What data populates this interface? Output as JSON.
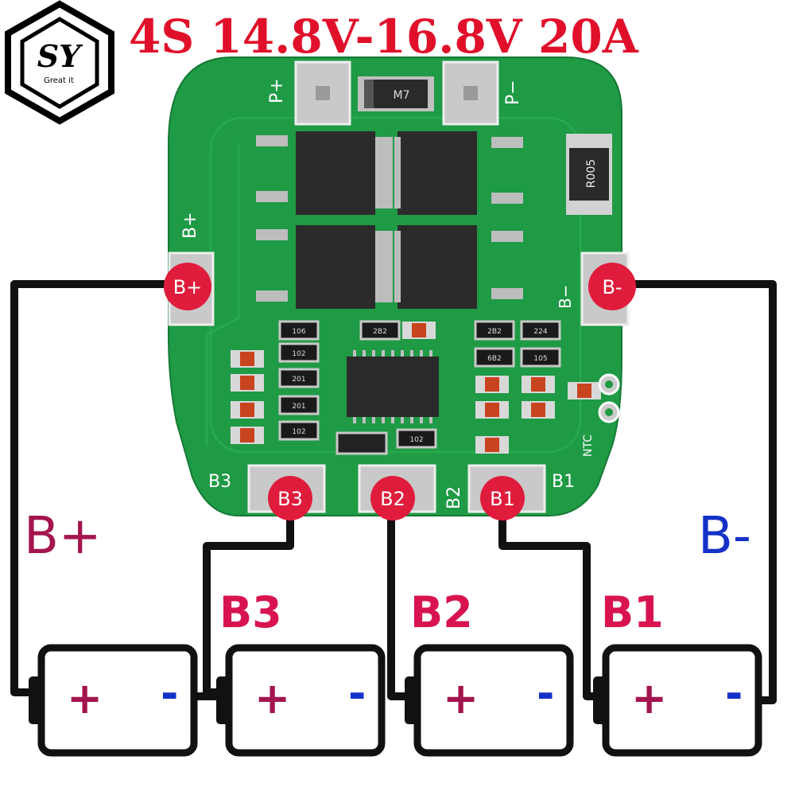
{
  "title": "4S 14.8V-16.8V 20A",
  "logo": {
    "letters": "SY",
    "tagline": "Great it"
  },
  "colors": {
    "title": "#e0102a",
    "board": "#1f9a45",
    "board_dark": "#167a35",
    "pad": "#c9c9c9",
    "badge": "#e01c3c",
    "label_positive": "#a3154e",
    "label_negative": "#1432c8",
    "label_tap": "#d81450",
    "wire": "#111111",
    "battery_plus": "#a3154e",
    "battery_minus": "#1432c8"
  },
  "board": {
    "silkscreen": {
      "p_plus": "P+",
      "p_minus": "P−",
      "b_plus": "B+",
      "b_minus": "B−",
      "b3": "B3",
      "b2": "B2",
      "b1": "B1",
      "ntc": "NTC"
    },
    "diode_marking": "M7",
    "resistor_marking": "R005",
    "component_codes": [
      "106",
      "102",
      "201",
      "201",
      "102",
      "2B2",
      "2B2",
      "224",
      "6B2",
      "105",
      "102"
    ]
  },
  "badges": {
    "b_plus": "B+",
    "b_minus": "B-",
    "b3": "B3",
    "b2": "B2",
    "b1": "B1"
  },
  "labels": {
    "b_plus": "B+",
    "b_minus": "B-",
    "b3": "B3",
    "b2": "B2",
    "b1": "B1"
  },
  "batteries": [
    {
      "plus": "+",
      "minus": "-"
    },
    {
      "plus": "+",
      "minus": "-"
    },
    {
      "plus": "+",
      "minus": "-"
    },
    {
      "plus": "+",
      "minus": "-"
    }
  ]
}
